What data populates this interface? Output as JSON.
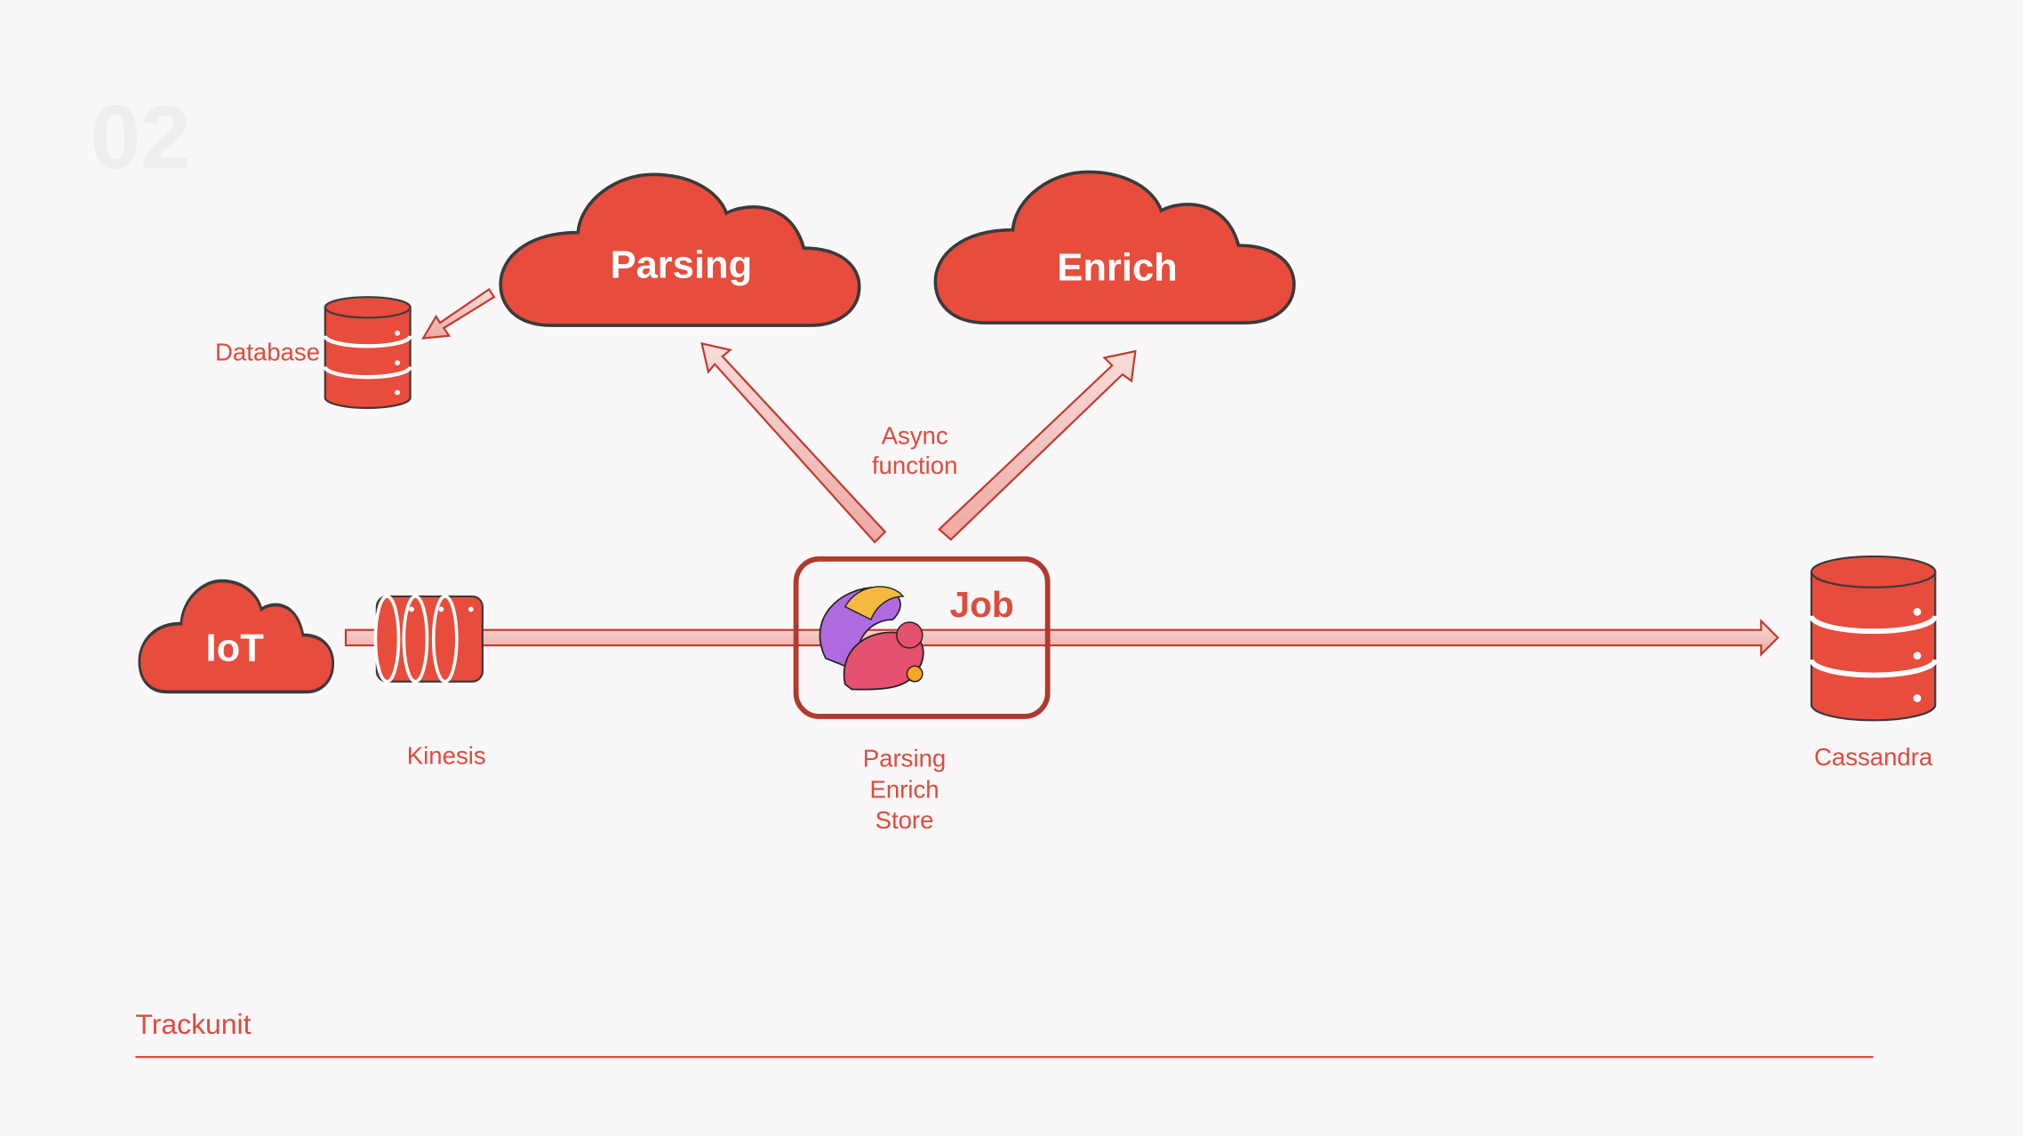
{
  "slide_number": "02",
  "clouds": {
    "parsing": "Parsing",
    "enrich": "Enrich",
    "iot": "IoT"
  },
  "labels": {
    "database": "Database",
    "async": [
      "Async",
      "function"
    ],
    "kinesis": "Kinesis",
    "job": "Job",
    "job_steps": [
      "Parsing",
      "Enrich",
      "Store"
    ],
    "cassandra": "Cassandra"
  },
  "footer": {
    "brand": "Trackunit"
  },
  "colors": {
    "accent": "#e74c3c",
    "outline": "#3a3a3a",
    "box": "#b03a2e",
    "arrow_fill": "#f3c0bd",
    "watermark": "#efeeed"
  }
}
